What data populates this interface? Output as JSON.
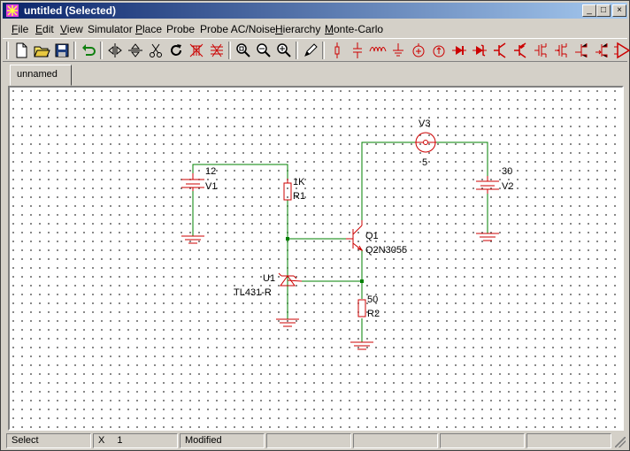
{
  "window": {
    "title": "untitled (Selected)",
    "minimize_glyph": "_",
    "maximize_glyph": "□",
    "close_glyph": "×"
  },
  "menu": [
    {
      "label": "File",
      "accel": "F",
      "rest": "ile"
    },
    {
      "label": "Edit",
      "accel": "E",
      "rest": "dit"
    },
    {
      "label": "View",
      "accel": "V",
      "rest": "iew"
    },
    {
      "label": "Simulator",
      "accel": "",
      "rest": "Simulator"
    },
    {
      "label": "Place",
      "accel": "P",
      "rest": "lace"
    },
    {
      "label": "Probe",
      "accel": "",
      "rest": "Probe"
    },
    {
      "label": "Probe AC/Noise",
      "accel": "",
      "rest": "Probe AC/Noise"
    },
    {
      "label": "Hierarchy",
      "accel": "H",
      "rest": "ierarchy"
    },
    {
      "label": "Monte-Carlo",
      "accel": "M",
      "rest": "onte-Carlo"
    }
  ],
  "toolbar": {
    "groups": [
      [
        "new-file-icon",
        "open-folder-icon",
        "save-disk-icon"
      ],
      [
        "undo-icon"
      ],
      [
        "flip-horizontal-icon",
        "flip-vertical-icon",
        "cut-scissors-icon",
        "rotate-icon",
        "delete-icon",
        "delete-wires-icon"
      ],
      [
        "zoom-fit-icon",
        "zoom-out-icon",
        "zoom-in-icon"
      ],
      [
        "pencil-wire-icon"
      ],
      [
        "resistor-tool-icon",
        "capacitor-tool-icon",
        "inductor-tool-icon",
        "ground-tool-icon",
        "voltage-source-tool-icon",
        "current-source-tool-icon",
        "diode-tool-icon",
        "zener-tool-icon",
        "npn-tool-icon",
        "pnp-tool-icon",
        "nmos-tool-icon",
        "pmos-tool-icon",
        "njfet-tool-icon",
        "pjfet-tool-icon",
        "opamp-tool-icon"
      ]
    ]
  },
  "tabs": [
    {
      "label": "unnamed",
      "active": true
    }
  ],
  "schematic": {
    "wire_color": "#008000",
    "component_color": "#cc0000",
    "labels": {
      "v3_name": "V3",
      "v3_value": "5",
      "v1_value": "12",
      "v1_name": "V1",
      "r1_value": "1K",
      "r1_name": "R1",
      "v2_value": "30",
      "v2_name": "V2",
      "q1_name": "Q1",
      "q1_model": "Q2N3055",
      "u1_name": "U1",
      "u1_model": "TL431-R",
      "r2_value": "50",
      "r2_name": "R2"
    }
  },
  "statusbar": {
    "mode": "Select",
    "x_label": "X",
    "x_value": "1",
    "state": "Modified"
  }
}
